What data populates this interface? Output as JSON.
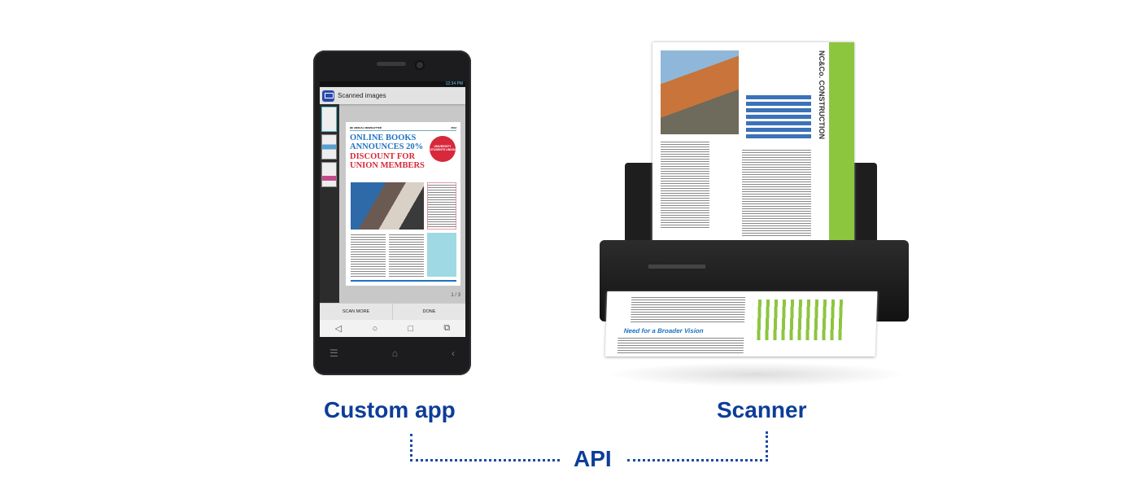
{
  "phone": {
    "status_time": "12:34 PM",
    "app_title": "Scanned images",
    "document": {
      "masthead": "BE ANNUAL NEWSLETTER",
      "year": "2013",
      "headline_blue": "ONLINE BOOKS ANNOUNCES 20%",
      "headline_red": "DISCOUNT FOR UNION MEMBERS",
      "seal": "UNIVERSITY STUDENTS UNION"
    },
    "page_indicator": "1 / 3",
    "buttons": {
      "scan_more": "SCAN MORE",
      "done": "DONE"
    },
    "nav_icons": [
      "back-icon",
      "home-icon",
      "recents-icon",
      "screen-cast-icon"
    ],
    "hardware_keys": [
      "menu-icon",
      "home-icon",
      "back-icon"
    ]
  },
  "scanner": {
    "paper_brand": "NC&Co. CONSTRUCTION",
    "output_heading": "Need for a Broader Vision"
  },
  "labels": {
    "custom_app": "Custom app",
    "scanner": "Scanner",
    "api": "API"
  },
  "colors": {
    "label_blue": "#0d3d99"
  }
}
